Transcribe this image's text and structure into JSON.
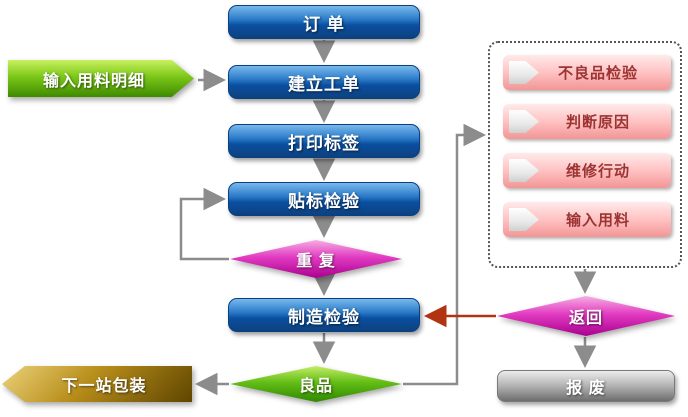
{
  "flowchart": {
    "main": {
      "order": "订  单",
      "create_work_order": "建立工单",
      "print_label": "打印标签",
      "label_inspection": "贴标检验",
      "repeat": "重 复",
      "manufacturing_inspection": "制造检验",
      "good_product": "良品"
    },
    "side": {
      "input_material_detail": "输入用料明细",
      "next_station_packaging": "下一站包装"
    },
    "rework": {
      "items": [
        {
          "label": "不良品检验"
        },
        {
          "label": "判断原因"
        },
        {
          "label": "维修行动"
        },
        {
          "label": "输入用料"
        }
      ],
      "return_decision": "返回",
      "scrap": "报  废"
    },
    "colors": {
      "process_blue": "#0d4fa0",
      "decision_magenta": "#cc00aa",
      "decision_green": "#4aa800",
      "input_arrow_green": "#5aa800",
      "packaging_gold": "#8a6a10",
      "rework_pink": "#ffbcbc",
      "rework_text_red": "#9c3434",
      "scrap_gray": "#8a8a8a",
      "connector_gray": "#8c8c8c",
      "return_arrow_red": "#b23312"
    }
  }
}
